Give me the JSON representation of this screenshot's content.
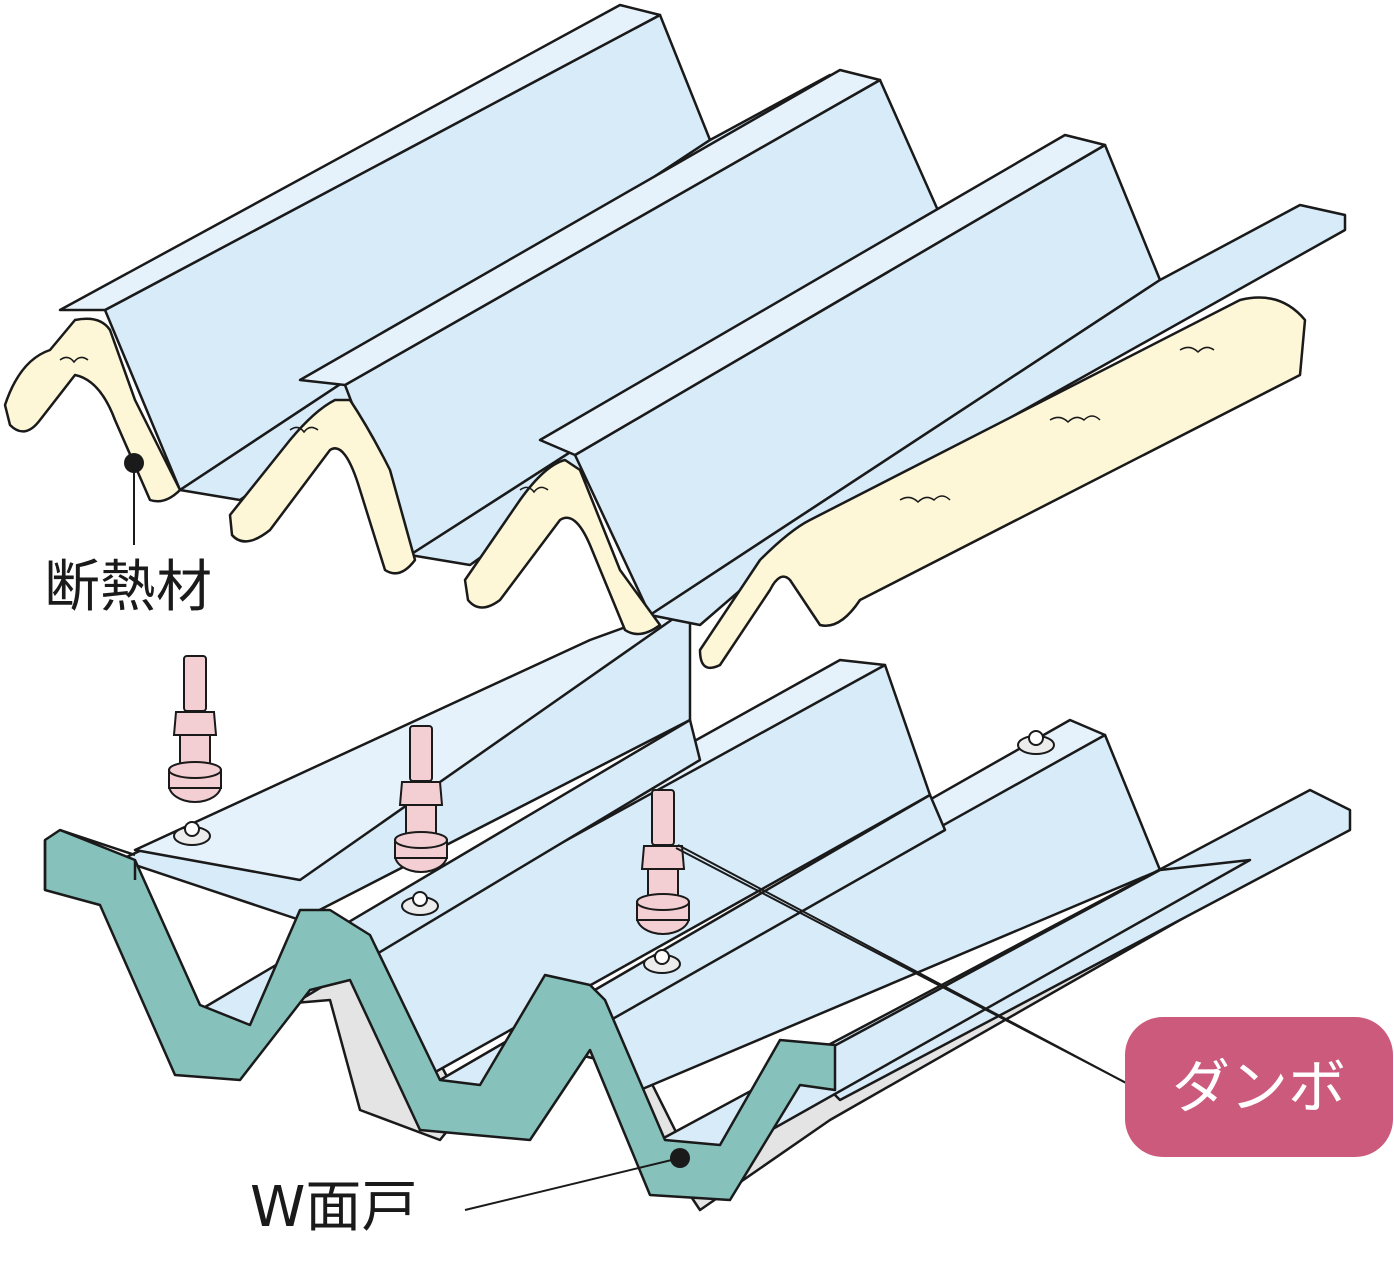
{
  "labels": {
    "insulation": "断熱材",
    "w_mendo": "W面戸",
    "dambo": "ダンボ"
  },
  "colors": {
    "sheet_face": "#d8ebf8",
    "sheet_top": "#e6f2fb",
    "insulation": "#fdf7d8",
    "closure": "#86c2bb",
    "bolt": "#f3cfd3",
    "shadow": "#e4e4e4",
    "badge": "#cc5a7c",
    "outline": "#1a1a1a"
  }
}
